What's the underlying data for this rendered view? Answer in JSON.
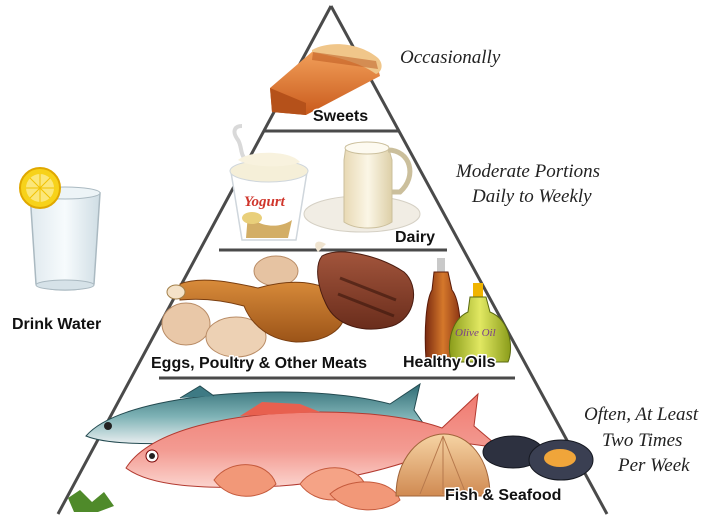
{
  "pyramid": {
    "tiers": [
      {
        "id": "sweets",
        "label": "Sweets"
      },
      {
        "id": "dairy",
        "label": "Dairy"
      },
      {
        "id": "meats",
        "label": "Eggs, Poultry & Other Meats"
      },
      {
        "id": "oils",
        "label": "Healthy Oils"
      },
      {
        "id": "seafood",
        "label": "Fish & Seafood"
      }
    ]
  },
  "frequency": {
    "occasionally": "Occasionally",
    "moderate_line1": "Moderate Portions",
    "moderate_line2": "Daily to Weekly",
    "often_line1": "Often, At Least",
    "often_line2": "Two Times",
    "often_line3": "Per Week"
  },
  "side": {
    "drink_water": "Drink Water"
  },
  "product_text": {
    "yogurt": "Yogurt",
    "olive_oil": "Olive Oil"
  },
  "colors": {
    "pyramid_line": "#4a4a4a",
    "salmon": "#e8604f",
    "cheese": "#e6a324",
    "pie": "#e0772c"
  }
}
